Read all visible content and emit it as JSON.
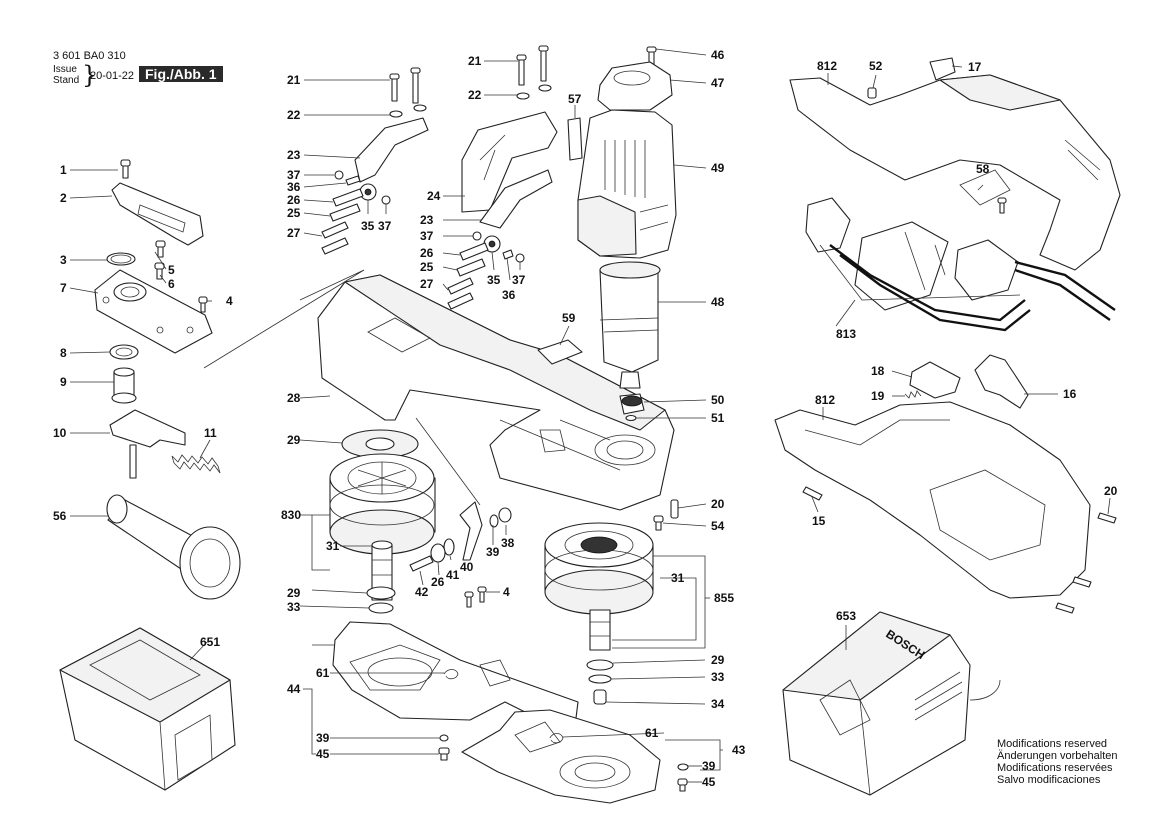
{
  "header": {
    "doc_number": "3 601 BA0 310",
    "issue_label_1": "Issue",
    "issue_label_2": "Stand",
    "issue_date": "20-01-22",
    "figure_label": "Fig./Abb. 1"
  },
  "modifications_note": [
    "Modifications reserved",
    "Änderungen vorbehalten",
    "Modifications reservées",
    "Salvo modificaciones"
  ],
  "charger_brand": "BOSCH",
  "labels": {
    "p1": "1",
    "p2": "2",
    "p3": "3",
    "p4a": "4",
    "p4b": "4",
    "p5": "5",
    "p6": "6",
    "p7": "7",
    "p8": "8",
    "p9": "9",
    "p10": "10",
    "p11": "11",
    "p15": "15",
    "p16": "16",
    "p17": "17",
    "p18": "18",
    "p19": "19",
    "p20a": "20",
    "p20b": "20",
    "p21a": "21",
    "p21b": "21",
    "p22a": "22",
    "p22b": "22",
    "p23a": "23",
    "p23b": "23",
    "p24": "24",
    "p25a": "25",
    "p25b": "25",
    "p26a": "26",
    "p26b": "26",
    "p26c": "26",
    "p27a": "27",
    "p27b": "27",
    "p28": "28",
    "p29a": "29",
    "p29b": "29",
    "p29c": "29",
    "p31a": "31",
    "p31b": "31",
    "p33a": "33",
    "p33b": "33",
    "p34": "34",
    "p35a": "35",
    "p35b": "35",
    "p36a": "36",
    "p36b": "36",
    "p37a": "37",
    "p37b": "37",
    "p37c": "37",
    "p37d": "37",
    "p38": "38",
    "p39a": "39",
    "p39b": "39",
    "p39c": "39",
    "p40": "40",
    "p41": "41",
    "p42": "42",
    "p43": "43",
    "p44": "44",
    "p45a": "45",
    "p45b": "45",
    "p46": "46",
    "p47": "47",
    "p48": "48",
    "p49": "49",
    "p50": "50",
    "p51": "51",
    "p52": "52",
    "p54": "54",
    "p56": "56",
    "p57": "57",
    "p58": "58",
    "p59": "59",
    "p61a": "61",
    "p61b": "61",
    "p651": "651",
    "p653": "653",
    "p812a": "812",
    "p812b": "812",
    "p813": "813",
    "p830": "830",
    "p855": "855"
  }
}
